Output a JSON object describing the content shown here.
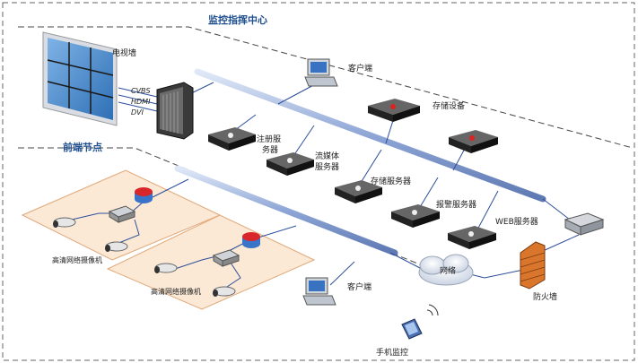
{
  "zones": {
    "center_title": "监控指挥中心",
    "front_title": "前端节点"
  },
  "devices": {
    "tv_wall": "电视墙",
    "cvbs": "CVBS",
    "hdmi": "HDMI",
    "dvi": "DVI",
    "client_top": "客户端",
    "storage_device": "存储设备",
    "register_server_line1": "注册服",
    "register_server_line2": "务器",
    "stream_server_line1": "流媒体",
    "stream_server_line2": "服务器",
    "storage_server": "存储服务器",
    "alarm_server": "报警服务器",
    "web_server": "WEB服务器",
    "network": "网络",
    "firewall": "防火墙",
    "client_bottom": "客户端",
    "mobile": "手机监控",
    "camera_group_1": "高清网络摄像机",
    "camera_group_2": "高清网络摄像机"
  },
  "colors": {
    "zone_border": "#555555",
    "title_blue": "#1f4f8f",
    "pipe": "#9fb4dc",
    "wire": "#2c4f9a",
    "front_area_fill": "#fbe9d6",
    "front_area_border": "#e0a878"
  }
}
